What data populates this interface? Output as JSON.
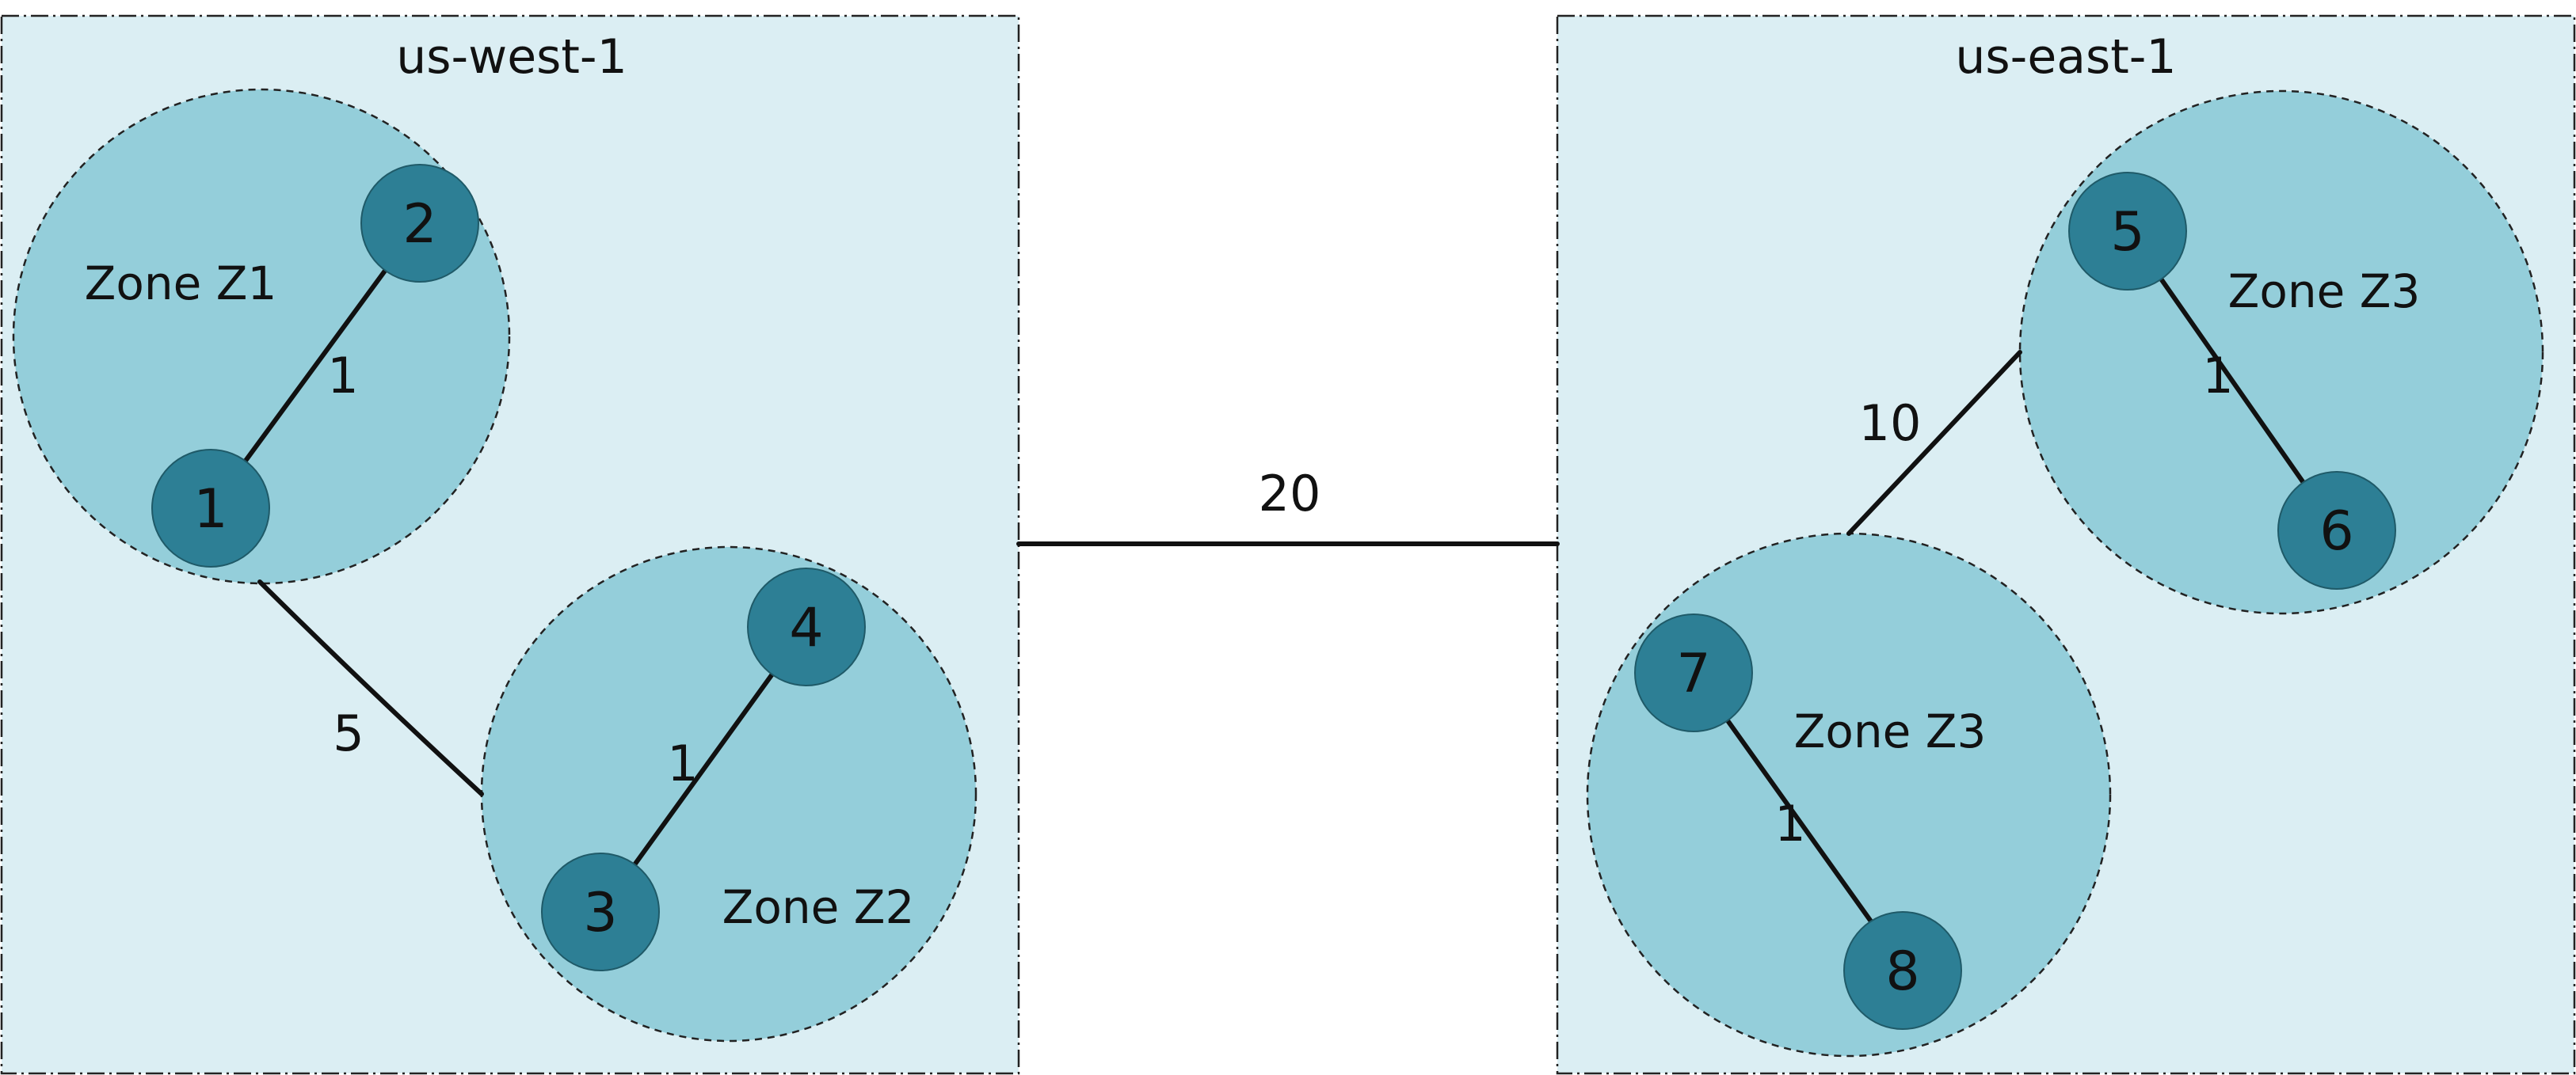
{
  "colors": {
    "region_fill": "#dbeef3",
    "zone_fill": "#94ceda",
    "node_fill": "#2d7f95",
    "line": "#111111"
  },
  "regions": [
    {
      "id": "west",
      "label": "us-west-1"
    },
    {
      "id": "east",
      "label": "us-east-1"
    }
  ],
  "zones": [
    {
      "id": "z1",
      "label": "Zone Z1"
    },
    {
      "id": "z2",
      "label": "Zone Z2"
    },
    {
      "id": "z3a",
      "label": "Zone Z3"
    },
    {
      "id": "z3b",
      "label": "Zone Z3"
    }
  ],
  "nodes": [
    {
      "id": "n1",
      "label": "1"
    },
    {
      "id": "n2",
      "label": "2"
    },
    {
      "id": "n3",
      "label": "3"
    },
    {
      "id": "n4",
      "label": "4"
    },
    {
      "id": "n5",
      "label": "5"
    },
    {
      "id": "n6",
      "label": "6"
    },
    {
      "id": "n7",
      "label": "7"
    },
    {
      "id": "n8",
      "label": "8"
    }
  ],
  "edges": [
    {
      "id": "e-1-2",
      "from": "1",
      "to": "2",
      "weight": "1"
    },
    {
      "id": "e-3-4",
      "from": "3",
      "to": "4",
      "weight": "1"
    },
    {
      "id": "e-z1-z2",
      "from": "Zone Z1",
      "to": "Zone Z2",
      "weight": "5"
    },
    {
      "id": "e-5-6",
      "from": "5",
      "to": "6",
      "weight": "1"
    },
    {
      "id": "e-7-8",
      "from": "7",
      "to": "8",
      "weight": "1"
    },
    {
      "id": "e-z3-z3",
      "from": "Zone Z3",
      "to": "Zone Z3",
      "weight": "10"
    },
    {
      "id": "e-west-east",
      "from": "us-west-1",
      "to": "us-east-1",
      "weight": "20"
    }
  ]
}
